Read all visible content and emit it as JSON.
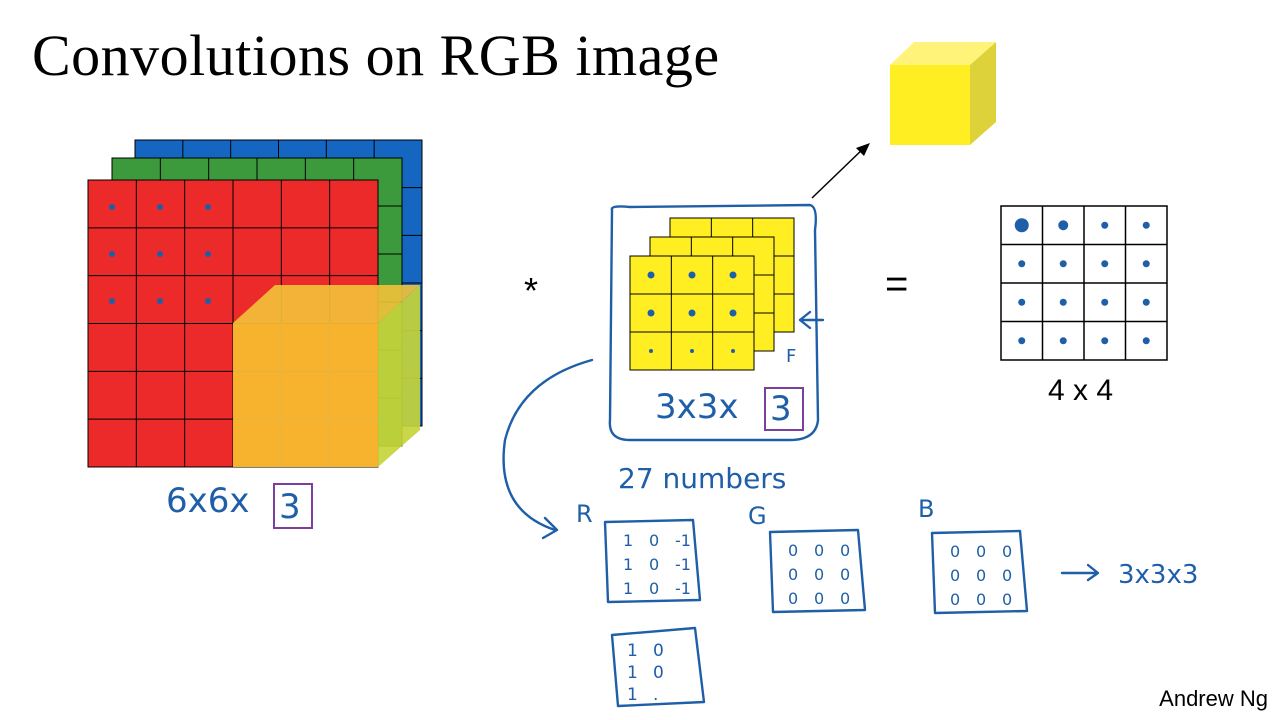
{
  "slide": {
    "title": "Convolutions on RGB image",
    "author": "Andrew Ng"
  },
  "input_volume": {
    "label": "6x6x3",
    "dims": "6x6x",
    "channels_boxed": "3",
    "layer_colors": {
      "red": "#ed2a2a",
      "green": "#3c9a3c",
      "blue": "#1566c0",
      "window": "#f7bf2e"
    },
    "dots": [
      [
        1,
        1,
        1
      ],
      [
        1,
        1,
        1
      ],
      [
        1,
        1,
        1
      ]
    ]
  },
  "operators": {
    "convolve": "*",
    "equals": "="
  },
  "filter": {
    "label": "3x3x3",
    "dims": "3x3x",
    "channels_boxed": "3",
    "color": "#ffee22",
    "numbers_note": "27 numbers",
    "annotation_letter": "F"
  },
  "output": {
    "label": "4 x 4",
    "rows": 4,
    "cols": 4,
    "cube_color": "#ffee22"
  },
  "channel_filters": [
    {
      "name": "R",
      "rows": [
        [
          "1",
          "0",
          "-1"
        ],
        [
          "1",
          "0",
          "-1"
        ],
        [
          "1",
          "0",
          "-1"
        ]
      ]
    },
    {
      "name": "G",
      "rows": [
        [
          "0",
          "0",
          "0"
        ],
        [
          "0",
          "0",
          "0"
        ],
        [
          "0",
          "0",
          "0"
        ]
      ]
    },
    {
      "name": "B",
      "rows": [
        [
          "0",
          "0",
          "0"
        ],
        [
          "0",
          "0",
          "0"
        ],
        [
          "0",
          "0",
          "0"
        ]
      ]
    }
  ],
  "arrow_note": "3x3x3",
  "extra_filter": {
    "rows": [
      [
        "1",
        "0"
      ],
      [
        "1",
        "0"
      ],
      [
        "1",
        "."
      ]
    ]
  },
  "colors": {
    "ink": "#1f5fa8",
    "highlight_box": "#7b3fa0"
  }
}
